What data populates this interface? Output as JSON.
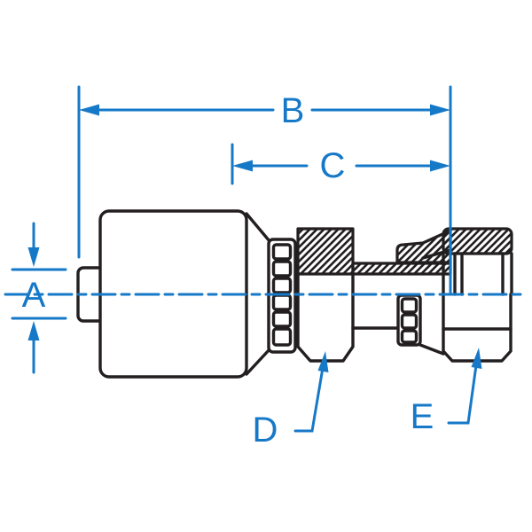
{
  "labels": {
    "a": "A",
    "b": "B",
    "c": "C",
    "d": "D",
    "e": "E"
  },
  "colors": {
    "dimension_blue": "#1679c8",
    "drawing_black": "#231f20",
    "background": "#ffffff"
  },
  "parts": {
    "left_port": "hose-nipple",
    "body": "crimp-shell",
    "collar": "serration-collar",
    "d_part": "hex-nut",
    "tube": "threaded-tube",
    "e_part": "swivel-nut"
  }
}
